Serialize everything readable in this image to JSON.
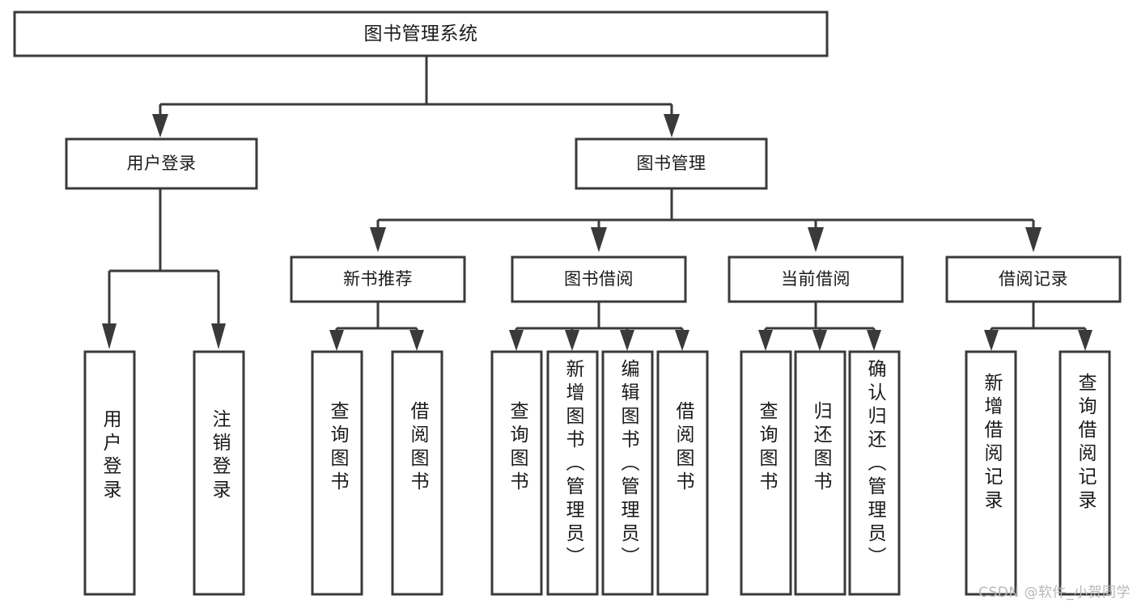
{
  "diagram": {
    "title_node": {
      "id": "root",
      "label": "图书管理系统"
    },
    "level1": [
      {
        "id": "user-login",
        "label": "用户登录"
      },
      {
        "id": "book-management",
        "label": "图书管理"
      }
    ],
    "level2": [
      {
        "id": "new-book-recommend",
        "label": "新书推荐"
      },
      {
        "id": "book-borrow",
        "label": "图书借阅"
      },
      {
        "id": "current-borrow",
        "label": "当前借阅"
      },
      {
        "id": "borrow-record",
        "label": "借阅记录"
      }
    ],
    "leaves": {
      "user_login": [
        {
          "id": "leaf-user-login",
          "label": "用户登录"
        },
        {
          "id": "leaf-logout-login",
          "label": "注销登录"
        }
      ],
      "new_book_recommend": [
        {
          "id": "leaf-query-book-1",
          "label": "查询图书"
        },
        {
          "id": "leaf-borrow-book-1",
          "label": "借阅图书"
        }
      ],
      "book_borrow": [
        {
          "id": "leaf-query-book-2",
          "label": "查询图书"
        },
        {
          "id": "leaf-add-book",
          "label": "新增图书（管理员）"
        },
        {
          "id": "leaf-edit-book",
          "label": "编辑图书（管理员）"
        },
        {
          "id": "leaf-borrow-book-2",
          "label": "借阅图书"
        }
      ],
      "current_borrow": [
        {
          "id": "leaf-query-book-3",
          "label": "查询图书"
        },
        {
          "id": "leaf-return-book",
          "label": "归还图书"
        },
        {
          "id": "leaf-confirm-return",
          "label": "确认归还（管理员）"
        }
      ],
      "borrow_record": [
        {
          "id": "leaf-add-borrow-record",
          "label": "新增借阅记录"
        },
        {
          "id": "leaf-query-borrow-record",
          "label": "查询借阅记录"
        }
      ]
    }
  },
  "watermark": {
    "text": "CSDN @软件_小贺同学"
  },
  "colors": {
    "stroke": "#3a3a3a",
    "fill": "#ffffff",
    "text": "#1a1a1a",
    "watermark": "#b7b7b7"
  }
}
